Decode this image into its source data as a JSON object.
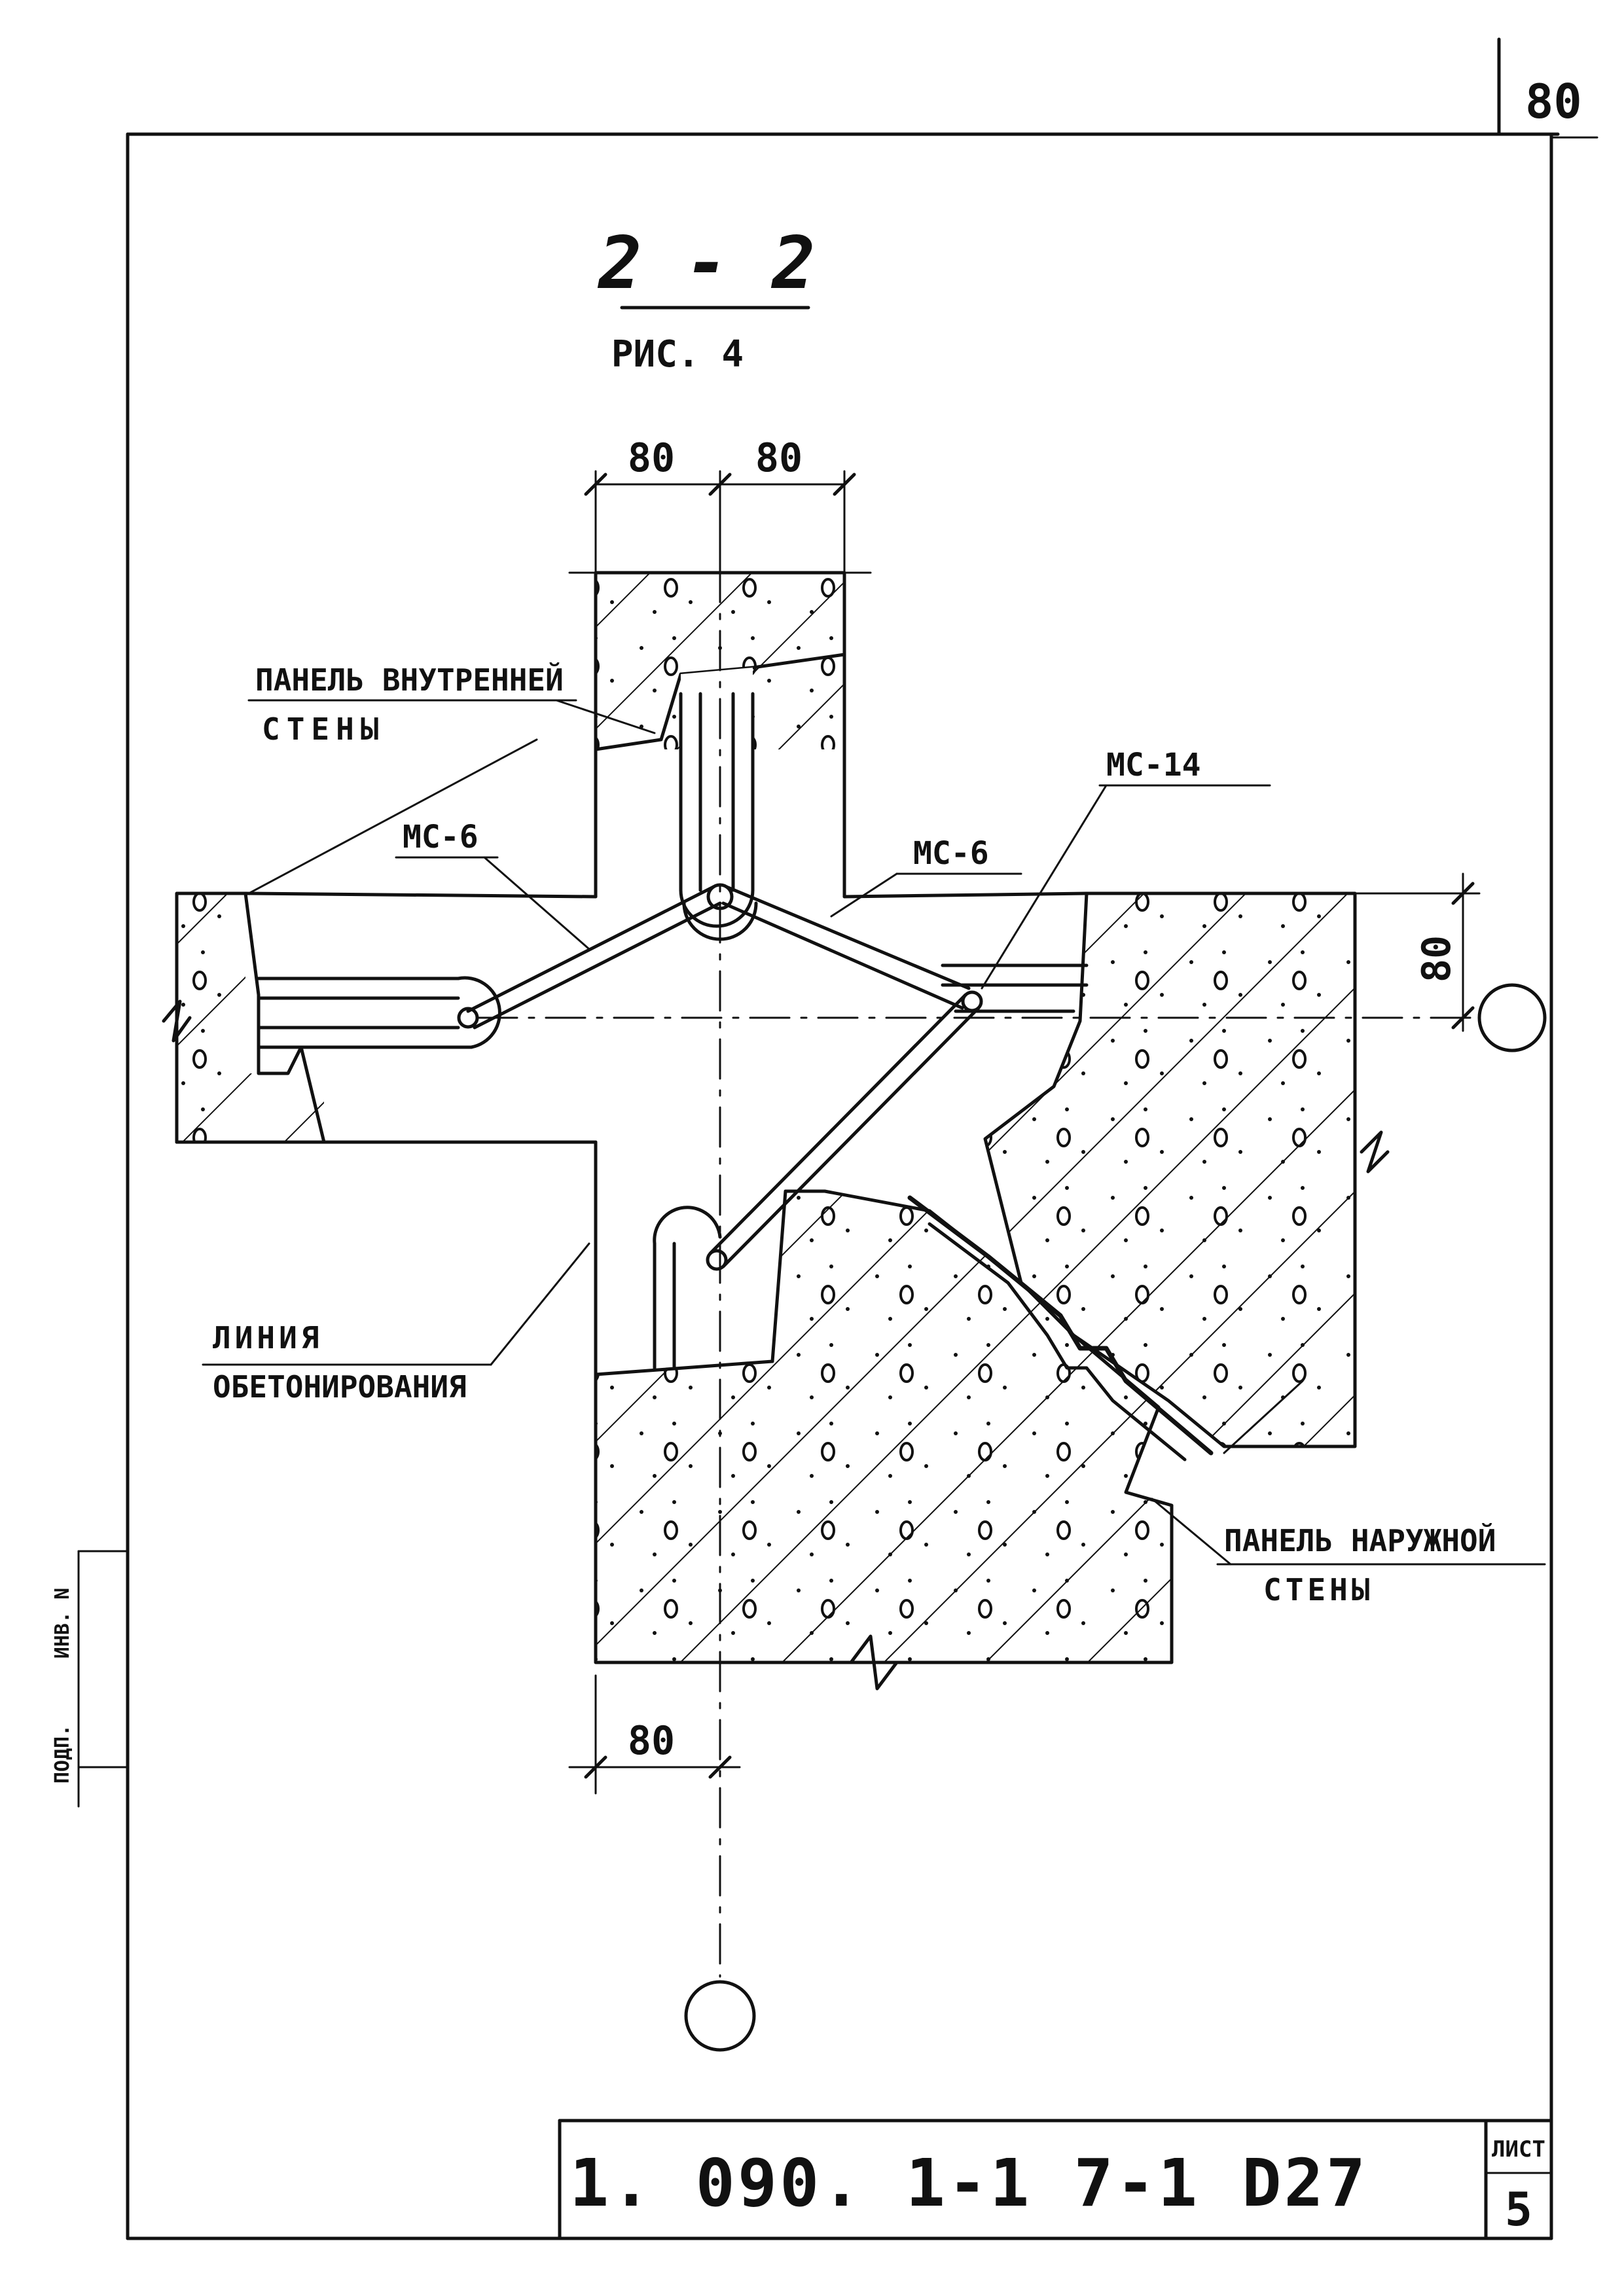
{
  "sheet": {
    "page_number": "80",
    "section_title": "2 - 2",
    "figure_label": "РИС. 4",
    "stamp_code": "1. 090. 1-1 7-1 D27",
    "sheet_header": "ЛИСТ",
    "sheet_number": "5",
    "side_stamp_top": "ИНВ. N",
    "side_stamp_bottom": "ПОДП."
  },
  "dimensions": {
    "top_left": "80",
    "top_right": "80",
    "right_vertical": "80",
    "bottom": "80"
  },
  "callouts": {
    "inner_panel_line1": "ПАНЕЛЬ ВНУТРЕННЕЙ",
    "inner_panel_line2": "СТЕНЫ",
    "mc6_left": "МС-6",
    "mc6_right": "МС-6",
    "mc14": "МС-14",
    "concrete_line1": "ЛИНИЯ",
    "concrete_line2": "ОБЕТОНИРОВАНИЯ",
    "outer_panel_line1": "ПАНЕЛЬ НАРУЖНОЙ",
    "outer_panel_line2": "СТЕНЫ"
  },
  "colors": {
    "ink": "#111111",
    "paper": "#ffffff"
  }
}
